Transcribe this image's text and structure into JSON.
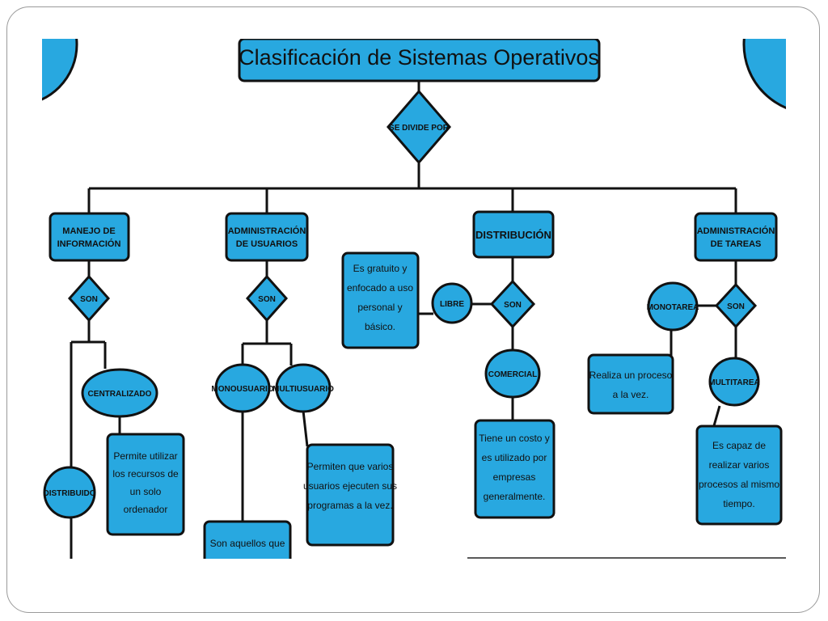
{
  "title": "Clasificación de Sistemas Operativos",
  "root_connector": "SE DIVIDE POR",
  "connector_son": "SON",
  "branches": {
    "manejo": {
      "title_line1": "MANEJO DE",
      "title_line2": "INFORMACIÓN",
      "types": {
        "centralizado": {
          "label": "CENTRALIZADO",
          "desc": [
            "Permite utilizar",
            "los recursos de",
            "un solo",
            "ordenador"
          ]
        },
        "distribuido": {
          "label": "DISTRIBUIDO"
        }
      }
    },
    "usuarios": {
      "title_line1": "ADMINISTRACIÓN",
      "title_line2": "DE USUARIOS",
      "types": {
        "monousuario": {
          "label": "MONOUSUARIO",
          "desc": [
            "Son aquellos que"
          ]
        },
        "multiusuario": {
          "label": "MULTIUSUARIO",
          "desc": [
            "Permiten que varios",
            "usuarios ejecuten sus",
            "programas a la vez."
          ]
        }
      }
    },
    "distribucion": {
      "title": "DISTRIBUCIÓN",
      "types": {
        "libre": {
          "label": "LIBRE",
          "desc": [
            "Es gratuito y",
            "enfocado a uso",
            "personal y",
            "básico."
          ]
        },
        "comercial": {
          "label": "COMERCIAL",
          "desc": [
            "Tiene un costo y",
            "es utilizado por",
            "empresas",
            "generalmente."
          ]
        }
      }
    },
    "tareas": {
      "title_line1": "ADMINISTRACIÓN",
      "title_line2": "DE TAREAS",
      "types": {
        "monotarea": {
          "label": "MONOTAREA",
          "desc": [
            "Realiza un proceso",
            "a la vez."
          ]
        },
        "multitarea": {
          "label": "MULTITAREA",
          "desc": [
            "Es capaz de",
            "realizar varios",
            "procesos al mismo",
            "tiempo."
          ]
        }
      }
    }
  },
  "colors": {
    "box_fill": "#28a8e0",
    "outline": "#111111",
    "frame": "#9a9a9a"
  }
}
